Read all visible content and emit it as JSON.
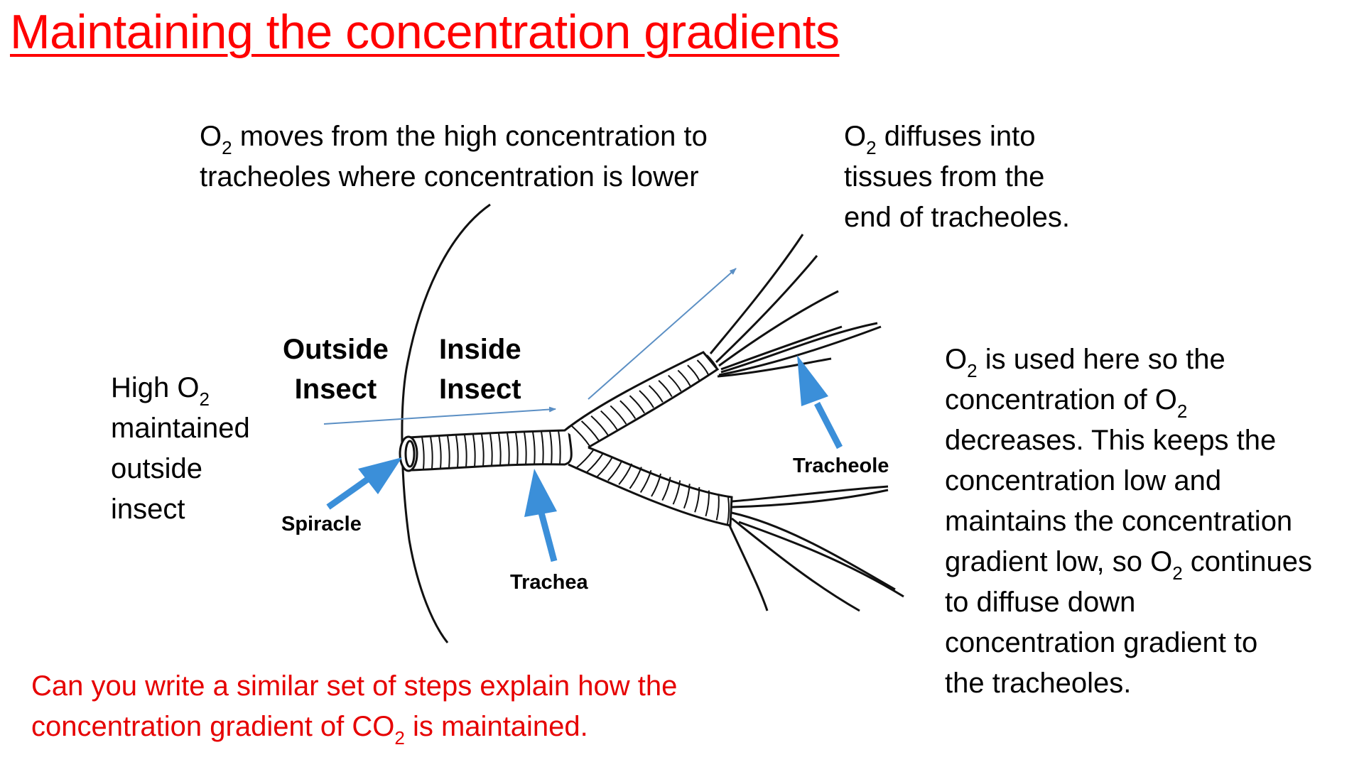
{
  "slide": {
    "title": "Maintaining the concentration gradients"
  },
  "annotations": {
    "top_left": {
      "line1_prefix": "O",
      "line1_sub": "2",
      "line1_rest": " moves from the high concentration to",
      "line2": "tracheoles where concentration is lower"
    },
    "top_right": {
      "line1_prefix": "O",
      "line1_sub": "2",
      "line1_rest": " diffuses into",
      "line2": "tissues from the",
      "line3": "end of tracheoles."
    },
    "left": {
      "line1_prefix": "High O",
      "line1_sub": "2",
      "line2": "maintained",
      "line3": "outside",
      "line4": "insect"
    },
    "right": {
      "line1_prefix": "O",
      "line1_sub": "2",
      "line1_rest": " is used here so the",
      "line2_prefix": "concentration of O",
      "line2_sub": "2",
      "line3": "decreases. This keeps the",
      "line4": "concentration low and",
      "line5": "maintains the concentration",
      "line6_prefix": "gradient low, so O",
      "line6_sub": "2",
      "line6_rest": " continues",
      "line7": "to diffuse down",
      "line8": "concentration gradient to",
      "line9": "the tracheoles."
    },
    "question": {
      "line1": "Can you write a similar set of steps explain how the",
      "line2_prefix": "concentration gradient of CO",
      "line2_sub": "2",
      "line2_rest": " is maintained."
    }
  },
  "diagram": {
    "labels": {
      "outside_line1": "Outside",
      "outside_line2": "Insect",
      "inside_line1": "Inside",
      "inside_line2": "Insect",
      "spiracle": "Spiracle",
      "trachea": "Trachea",
      "tracheole": "Tracheole"
    },
    "colors": {
      "pointer_arrow": "#3b8fd9",
      "flow_arrow": "#5b8fc4",
      "outline": "#111111"
    }
  }
}
